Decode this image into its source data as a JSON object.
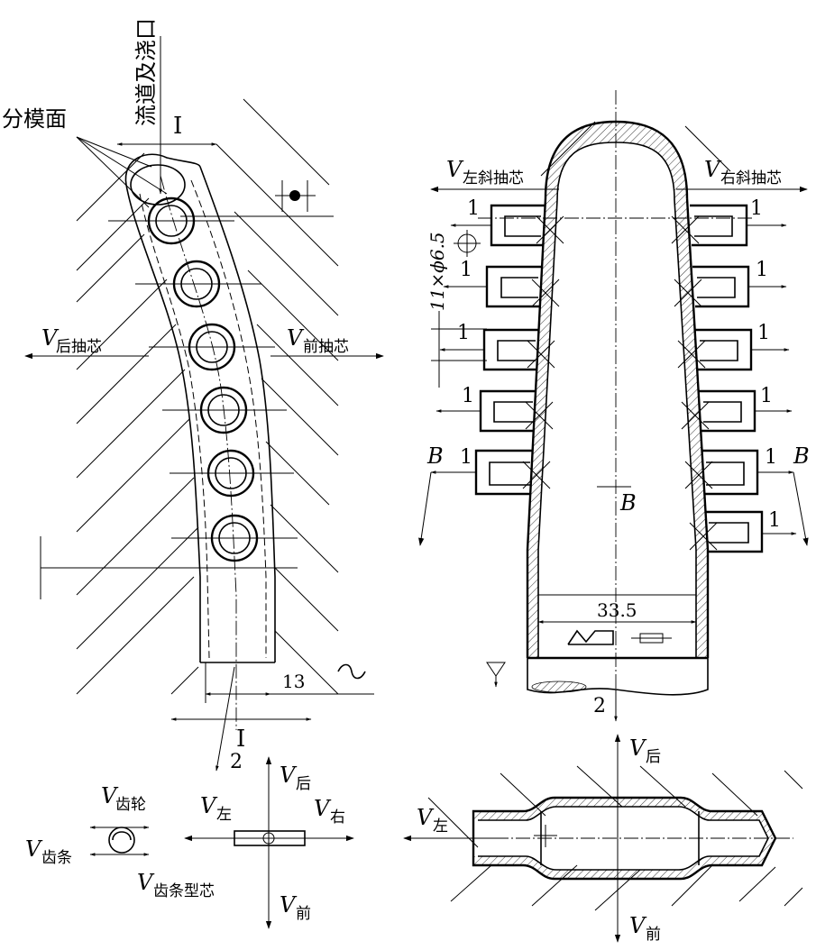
{
  "left_view": {
    "section_mark": "I",
    "section_mark_bottom": "I",
    "parting_surface": "分模面",
    "runner_gate": "流道及浇口",
    "v_rear_core": {
      "v": "V",
      "sub": "后抽芯"
    },
    "v_front_core": {
      "v": "V",
      "sub": "前抽芯"
    },
    "dim_13": "13",
    "flow_2": "2"
  },
  "right_view": {
    "v_left_oblique": {
      "v": "V",
      "sub": "左斜抽芯"
    },
    "v_right_oblique": {
      "v": "V",
      "sub": "右斜抽芯"
    },
    "hole_spec": "11×ϕ6.5",
    "core_num": "1",
    "section_b": "B",
    "dim_33_5": "33.5",
    "flow_2": "2"
  },
  "directions": {
    "v_rear": {
      "v": "V",
      "sub": "后"
    },
    "v_front": {
      "v": "V",
      "sub": "前"
    },
    "v_left": {
      "v": "V",
      "sub": "左"
    },
    "v_right": {
      "v": "V",
      "sub": "右"
    },
    "v_gear": {
      "v": "V",
      "sub": "齿轮"
    },
    "v_rack": {
      "v": "V",
      "sub": "齿条"
    },
    "v_rack_core": {
      "v": "V",
      "sub": "齿条型芯"
    }
  },
  "bottom_view": {
    "v_rear": {
      "v": "V",
      "sub": "后"
    },
    "v_front": {
      "v": "V",
      "sub": "前"
    },
    "v_left": {
      "v": "V",
      "sub": "左"
    }
  }
}
